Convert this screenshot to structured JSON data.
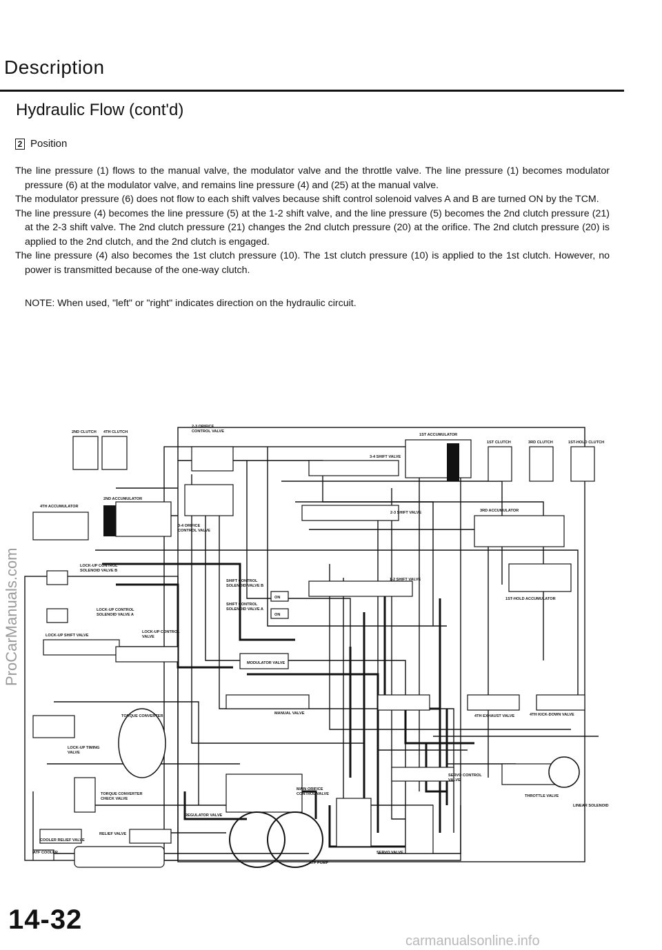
{
  "page": {
    "heading": "Description",
    "subheading": "Hydraulic Flow (cont'd)",
    "position_badge": "2",
    "position_label": "Position",
    "paragraphs": [
      "The line pressure (1) flows to the manual valve, the modulator valve and the throttle valve. The line pressure (1) becomes modulator pressure (6) at the modulator valve, and remains line pressure (4) and (25) at the manual valve.",
      "The modulator pressure (6) does not flow to each shift valves because shift control solenoid valves A and B are turned ON by the TCM.",
      "The line pressure (4) becomes the line pressure (5) at the 1-2 shift valve, and the line pressure (5) becomes the 2nd clutch pressure (21) at the 2-3 shift valve. The 2nd clutch pressure (21) changes the 2nd clutch pressure (20) at the orifice. The 2nd clutch pressure (20) is applied to the 2nd clutch, and the 2nd clutch is engaged.",
      "The line pressure (4) also becomes the 1st clutch pressure (10). The 1st clutch pressure (10) is applied to the 1st clutch. However, no power is transmitted because of the one-way clutch."
    ],
    "note": "NOTE: When used, \"left\" or \"right\" indicates direction on the hydraulic circuit.",
    "page_number": "14-32",
    "side_watermark": "ProCarManuals.com",
    "footer_watermark": "carmanualsonline.info"
  },
  "diagram": {
    "labels": {
      "clutch2": "2ND CLUTCH",
      "clutch4": "4TH CLUTCH",
      "orifice23": "2-3 ORIFICE",
      "orifice23b": "CONTROL VALVE",
      "acc1": "1ST ACCUMULATOR",
      "clutch1": "1ST CLUTCH",
      "clutch3": "3RD CLUTCH",
      "clutch1hold": "1ST-HOLD CLUTCH",
      "shift34": "3-4 SHIFT VALVE",
      "acc4": "4TH ACCUMULATOR",
      "acc2": "2ND ACCUMULATOR",
      "shift23": "2-3 SHIFT VALVE",
      "acc3": "3RD ACCUMULATOR",
      "orifice34": "3-4 ORIFICE",
      "orifice34b": "CONTROL VALVE",
      "lockupB": "LOCK-UP CONTROL",
      "lockupBb": "SOLENOID VALVE B",
      "scsB": "SHIFT CONTROL",
      "scsBb": "SOLENOID VALVE B",
      "scsA": "SHIFT CONTROL",
      "scsAb": "SOLENOID VALVE A",
      "shift12": "1-2 SHIFT VALVE",
      "acc1hold": "1ST-HOLD ACCUMULATOR",
      "on1": "ON",
      "on2": "ON",
      "lockupA": "LOCK-UP CONTROL",
      "lockupAb": "SOLENOID VALVE A",
      "lockupShift": "LOCK-UP SHIFT VALVE",
      "lockupCtrl": "LOCK-UP CONTROL",
      "lockupCtrlb": "VALVE",
      "modulator": "MODULATOR VALVE",
      "manual": "MANUAL VALVE",
      "exhaust4": "4TH EXHAUST VALVE",
      "kickdown4": "4TH KICK-DOWN VALVE",
      "converter": "TORQUE CONVERTER",
      "lockupTiming": "LOCK-UP TIMING",
      "lockupTimingb": "VALVE",
      "servoCtrl": "SERVO CONTROL",
      "servoCtrlb": "VALVE",
      "mainOrifice": "MAIN ORIFICE",
      "mainOrificeb": "CONTROL VALVE",
      "throttle": "THROTTLE VALVE",
      "linear": "LINEAR SOLENOID",
      "checkValve": "TORQUE CONVERTER",
      "checkValveb": "CHECK VALVE",
      "regulator": "REGULATOR VALVE",
      "relief": "RELIEF VALVE",
      "coolerRelief": "COOLER RELIEF VALVE",
      "atfCooler": "ATF COOLER",
      "atfPump": "ATF PUMP",
      "servo": "SERVO VALVE"
    }
  }
}
